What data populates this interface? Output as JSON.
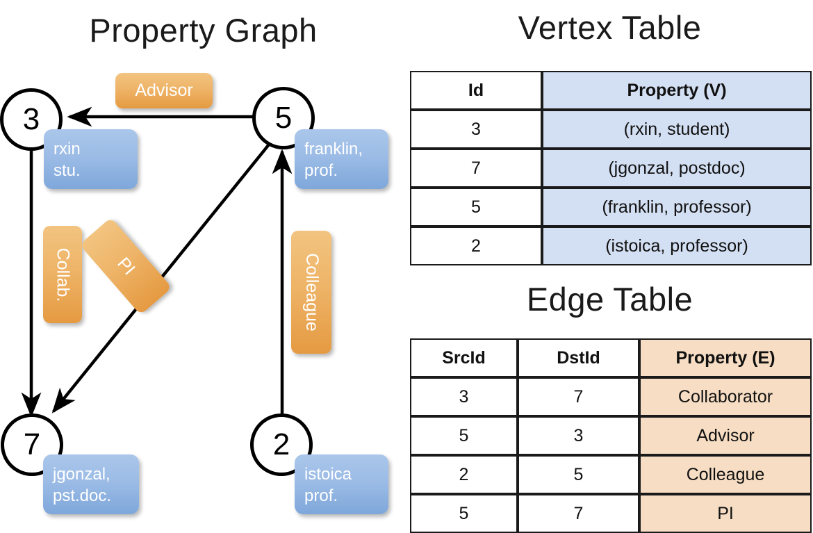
{
  "titles": {
    "property_graph": "Property Graph",
    "vertex_table": "Vertex Table",
    "edge_table": "Edge Table"
  },
  "colors": {
    "node_blue_light": "#aac6ea",
    "node_blue_dark": "#7ea7da",
    "edge_orange_light": "#f2c480",
    "edge_orange_dark": "#e59a41",
    "table_blue": "#d3dff2",
    "table_peach": "#f6ddc3",
    "stroke": "#1a1a1a"
  },
  "graph": {
    "nodes": [
      {
        "id": "3",
        "property_lines": [
          "rxin",
          "stu."
        ]
      },
      {
        "id": "5",
        "property_lines": [
          "franklin,",
          "prof."
        ]
      },
      {
        "id": "7",
        "property_lines": [
          "jgonzal,",
          "pst.doc."
        ]
      },
      {
        "id": "2",
        "property_lines": [
          "istoica",
          "prof."
        ]
      }
    ],
    "edge_labels": [
      {
        "name": "advisor",
        "text": "Advisor",
        "orientation": "horizontal"
      },
      {
        "name": "collab",
        "text": "Collab.",
        "orientation": "vertical"
      },
      {
        "name": "pi",
        "text": "PI",
        "orientation": "rotated"
      },
      {
        "name": "colleague",
        "text": "Colleague",
        "orientation": "vertical"
      }
    ],
    "edges": [
      {
        "src": "5",
        "dst": "3",
        "label": "Advisor"
      },
      {
        "src": "3",
        "dst": "7",
        "label": "Collab."
      },
      {
        "src": "5",
        "dst": "7",
        "label": "PI"
      },
      {
        "src": "2",
        "dst": "5",
        "label": "Colleague"
      }
    ]
  },
  "vertex_table": {
    "headers": [
      "Id",
      "Property (V)"
    ],
    "rows": [
      {
        "id": "3",
        "property": "(rxin, student)"
      },
      {
        "id": "7",
        "property": "(jgonzal, postdoc)"
      },
      {
        "id": "5",
        "property": "(franklin, professor)"
      },
      {
        "id": "2",
        "property": "(istoica, professor)"
      }
    ]
  },
  "edge_table": {
    "headers": [
      "SrcId",
      "DstId",
      "Property (E)"
    ],
    "rows": [
      {
        "src": "3",
        "dst": "7",
        "property": "Collaborator"
      },
      {
        "src": "5",
        "dst": "3",
        "property": "Advisor"
      },
      {
        "src": "2",
        "dst": "5",
        "property": "Colleague"
      },
      {
        "src": "5",
        "dst": "7",
        "property": "PI"
      }
    ]
  }
}
